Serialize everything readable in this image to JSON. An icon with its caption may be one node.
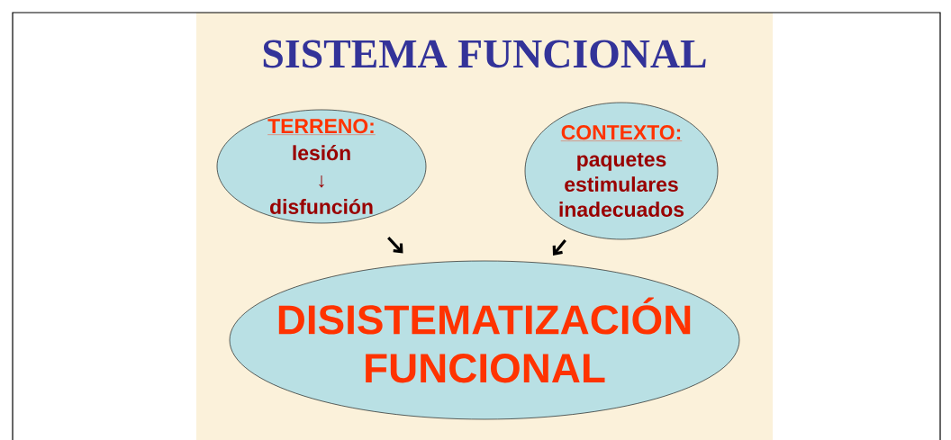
{
  "diagram": {
    "title": "SISTEMA  FUNCIONAL",
    "nodes": [
      {
        "text": [
          "TERRENO:",
          "lesión",
          "↓",
          "disfunción"
        ]
      },
      {
        "text": [
          "CONTEXTO:",
          "paquetes estimulares inadecuados"
        ]
      },
      {
        "text": [
          "DISISTEMATIZACIÓN FUNCIONAL"
        ]
      }
    ],
    "edges": [
      {
        "from": 0,
        "to": 2,
        "arrow": "to"
      },
      {
        "from": 1,
        "to": 2,
        "arrow": "to"
      }
    ]
  }
}
